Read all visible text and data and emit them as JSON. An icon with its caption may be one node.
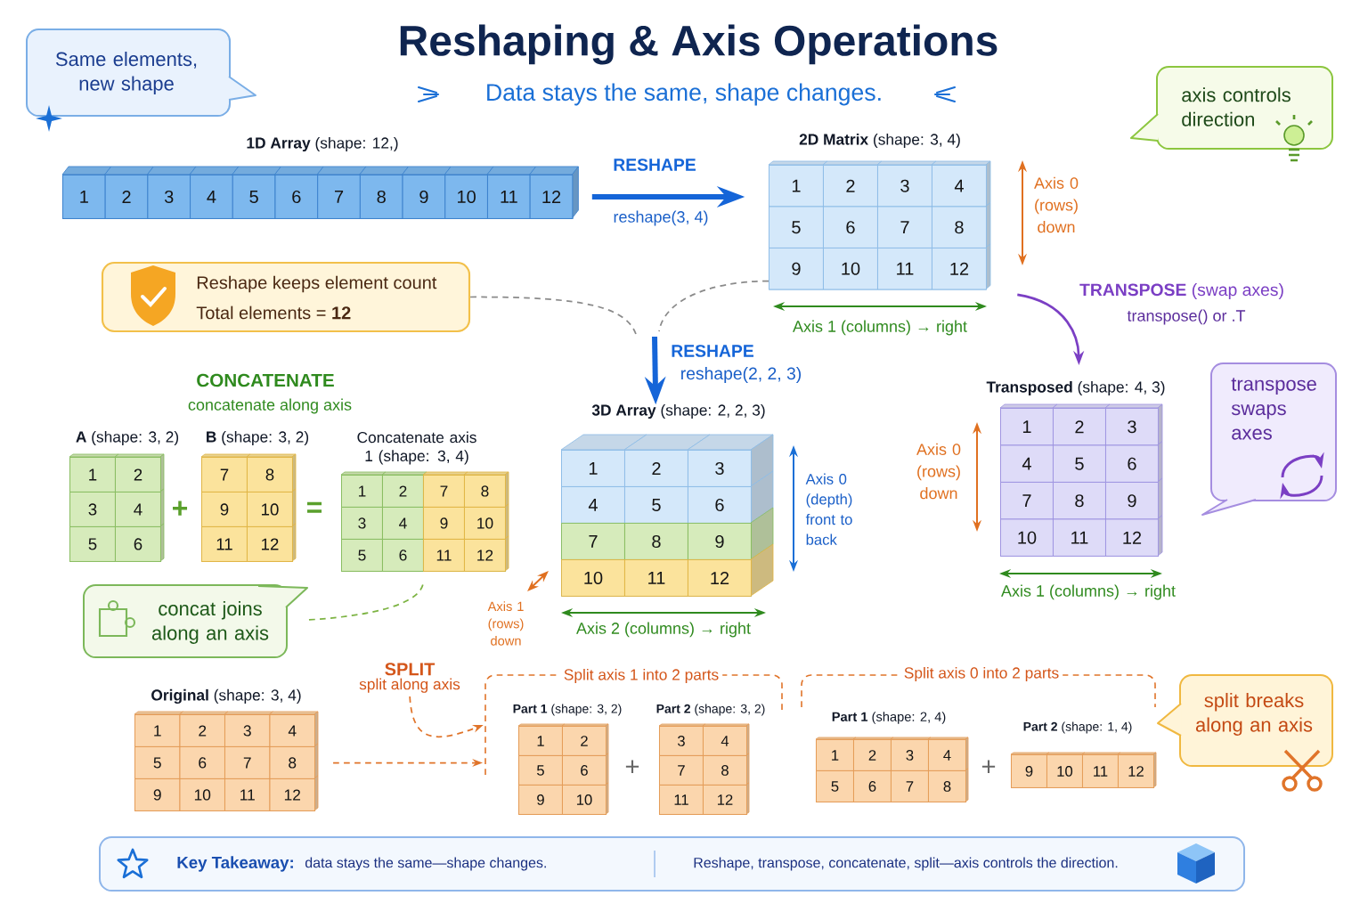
{
  "diagram": {
    "title": "Reshaping & Axis Operations",
    "nodes": [
      {
        "text": [
          "Same elements, new shape"
        ]
      },
      {
        "text": [
          "axis controls direction"
        ]
      },
      {
        "text": [
          "**1D Array** (shape: 12,)",
          "1",
          "2",
          "3",
          "4",
          "5",
          "6",
          "7",
          "8",
          "9",
          "10",
          "11",
          "12"
        ]
      },
      {
        "text": [
          "**2D Matrix** (shape: 3, 4)",
          "1",
          "2",
          "3",
          "4",
          "5",
          "6",
          "7",
          "8",
          "9",
          "10",
          "11",
          "12"
        ]
      },
      {
        "text": [
          "Reshape keeps element count",
          "Total elements = **12**"
        ]
      },
      {
        "text": [
          "**3D Array** (shape: 2, 2, 3)",
          "1",
          "2",
          "3",
          "4",
          "5",
          "6",
          "7",
          "8",
          "9",
          "10",
          "11",
          "12"
        ]
      },
      {
        "text": [
          "**Transposed** (shape: 4, 3)",
          "1",
          "2",
          "3",
          "4",
          "5",
          "6",
          "7",
          "8",
          "9",
          "10",
          "11",
          "12"
        ]
      },
      {
        "text": [
          "transpose swaps axes"
        ]
      },
      {
        "text": [
          "**A** (shape: 3, 2)",
          "1",
          "2",
          "3",
          "4",
          "5",
          "6"
        ]
      },
      {
        "text": [
          "**B** (shape: 3, 2)",
          "7",
          "8",
          "9",
          "10",
          "11",
          "12"
        ]
      },
      {
        "text": [
          "Concatenate axis 1 (shape: 3, 4)",
          "1",
          "2",
          "7",
          "8",
          "3",
          "4",
          "9",
          "10",
          "5",
          "6",
          "11",
          "12"
        ]
      },
      {
        "text": [
          "concat joins along an axis"
        ]
      },
      {
        "text": [
          "SPLIT",
          "split along axis"
        ]
      },
      {
        "text": [
          "**Original** (shape: 3, 4)",
          "1",
          "2",
          "3",
          "4",
          "5",
          "6",
          "7",
          "8",
          "9",
          "10",
          "11",
          "12"
        ]
      },
      {
        "text": [
          "Split axis 1 into 2 parts"
        ]
      },
      {
        "text": [
          "**Part 1** (shape: 3, 2)",
          "1",
          "2",
          "5",
          "6",
          "9",
          "10"
        ]
      },
      {
        "text": [
          "**Part 2** (shape: 3, 2)",
          "3",
          "4",
          "7",
          "8",
          "11",
          "12"
        ]
      },
      {
        "text": [
          "Split axis 0 into 2 parts"
        ]
      },
      {
        "text": [
          "**Part 1** (shape: 2, 4)",
          "1",
          "2",
          "3",
          "4",
          "5",
          "6",
          "7",
          "8"
        ]
      },
      {
        "text": [
          "**Part 2** (shape: 1, 4)",
          "9",
          "10",
          "11",
          "12"
        ]
      },
      {
        "text": [
          "split breaks along an axis"
        ]
      },
      {
        "text": [
          "Key Takeaway:",
          "data stays the same—shape changes.",
          "Reshape, transpose, concatenate, split—axis controls the direction."
        ]
      }
    ],
    "edges": [
      {
        "from": 2,
        "to": 3,
        "arrow": "to",
        "label": "RESHAPE",
        "style": "thick",
        "color": "#1565d8"
      },
      {
        "from": null,
        "to": 5,
        "arrow": "to",
        "label": "RESHAPE",
        "style": "thick",
        "color": "#1565d8"
      },
      {
        "from": 4,
        "to": null,
        "arrow": "none",
        "style": "dashed",
        "color": "#8a8a8a"
      },
      {
        "from": 3,
        "to": null,
        "arrow": "none",
        "style": "dashed",
        "color": "#8a8a8a"
      },
      {
        "from": 3,
        "to": 6,
        "arrow": "to",
        "label": "**TRANSPOSE** (swap axes)",
        "color": "#7b3fc4"
      },
      {
        "from": 11,
        "to": 10,
        "arrow": "none",
        "style": "dashed",
        "color": "#7cb342"
      },
      {
        "from": 13,
        "to": 14,
        "arrow": "to",
        "style": "dashed",
        "color": "#e0742a"
      },
      {
        "from": 12,
        "to": 14,
        "arrow": "to",
        "style": "dashed",
        "color": "#e0742a"
      }
    ],
    "labels": [
      "Data stays the same, shape changes.",
      "reshape(3, 4)",
      "Axis 0 (rows) down",
      "transpose() or .T",
      "Axis 1 (columns) → right",
      "reshape(2, 2, 3)",
      "CONCATENATE",
      "concatenate along axis",
      "Axis 0 (depth) front to back",
      "Axis 0 (rows) down",
      "+",
      "=",
      "Axis 1 (rows) down",
      "Axis 2 (columns) → right",
      "Axis 1 (columns) → right",
      "+",
      "+"
    ]
  }
}
